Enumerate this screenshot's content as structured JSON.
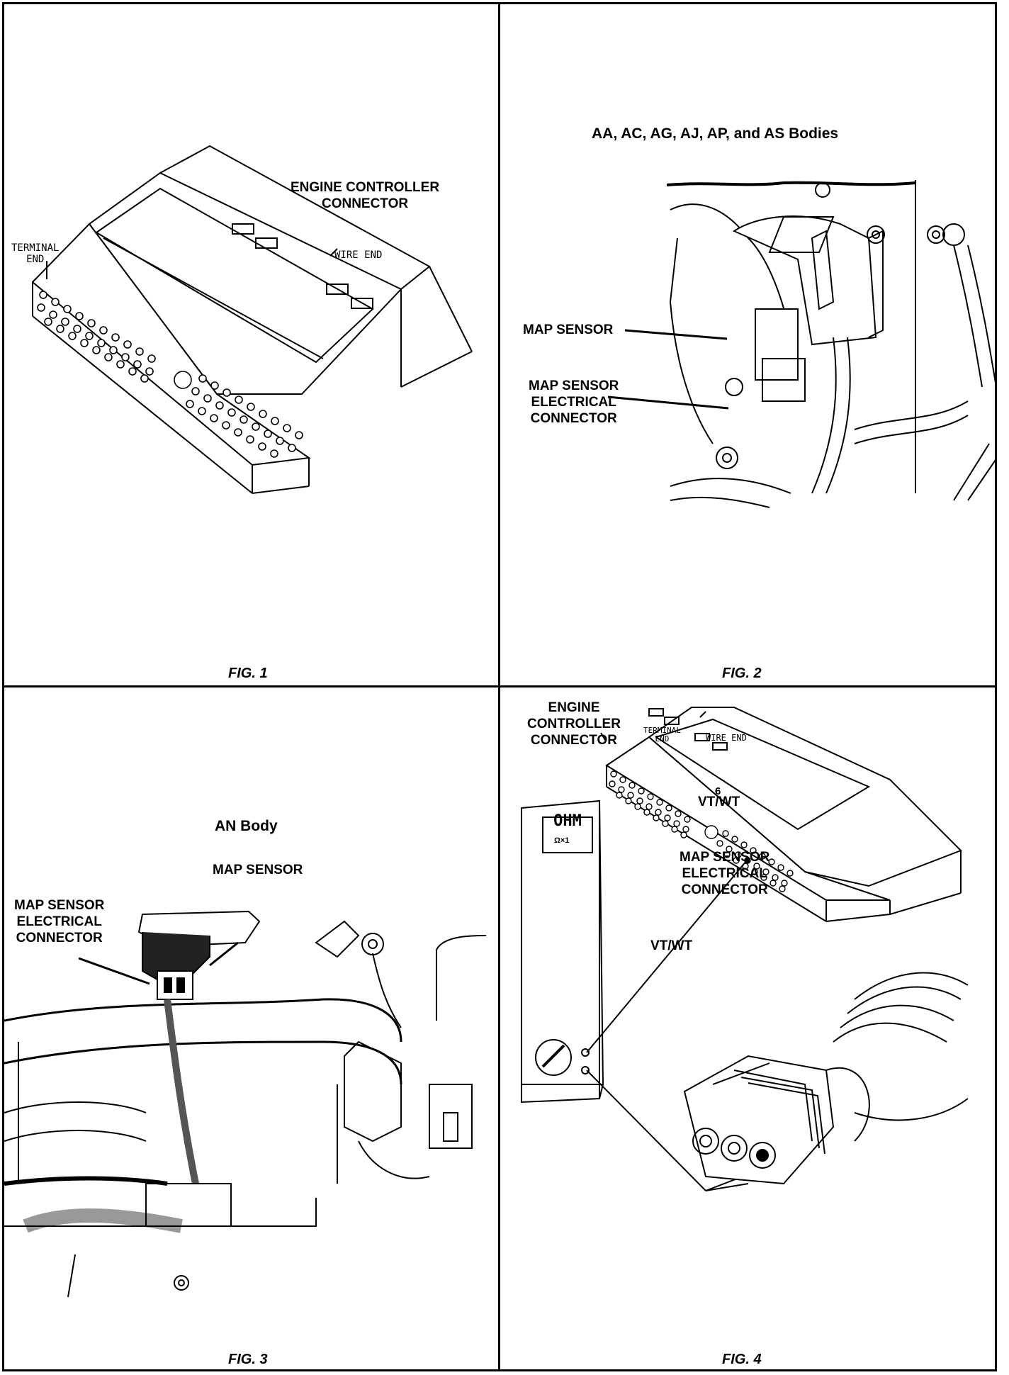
{
  "fig1": {
    "label_engine": "ENGINE CONTROLLER\nCONNECTOR",
    "label_engine_l1": "ENGINE CONTROLLER",
    "label_engine_l2": "CONNECTOR",
    "terminal_l1": "TERMINAL",
    "terminal_l2": "END",
    "wire_end": "WIRE END",
    "caption": "FIG. 1"
  },
  "fig2": {
    "title": "AA, AC, AG, AJ, AP, and AS Bodies",
    "map_sensor": "MAP SENSOR",
    "conn_l1": "MAP SENSOR",
    "conn_l2": "ELECTRICAL",
    "conn_l3": "CONNECTOR",
    "caption": "FIG. 2"
  },
  "fig3": {
    "title": "AN Body",
    "map_sensor": "MAP SENSOR",
    "conn_l1": "MAP SENSOR",
    "conn_l2": "ELECTRICAL",
    "conn_l3": "CONNECTOR",
    "caption": "FIG. 3"
  },
  "fig4": {
    "engine_l1": "ENGINE",
    "engine_l2": "CONTROLLER",
    "engine_l3": "CONNECTOR",
    "terminal_l1": "TERMINAL",
    "terminal_l2": "END",
    "wire_end": "WIRE END",
    "pin_number": "6",
    "vtwt_top": "VT/WT",
    "meter_display": "OHM",
    "meter_range": "Ω×1",
    "conn_l1": "MAP SENSOR",
    "conn_l2": "ELECTRICAL",
    "conn_l3": "CONNECTOR",
    "vtwt_bottom": "VT/WT",
    "caption": "FIG. 4"
  }
}
